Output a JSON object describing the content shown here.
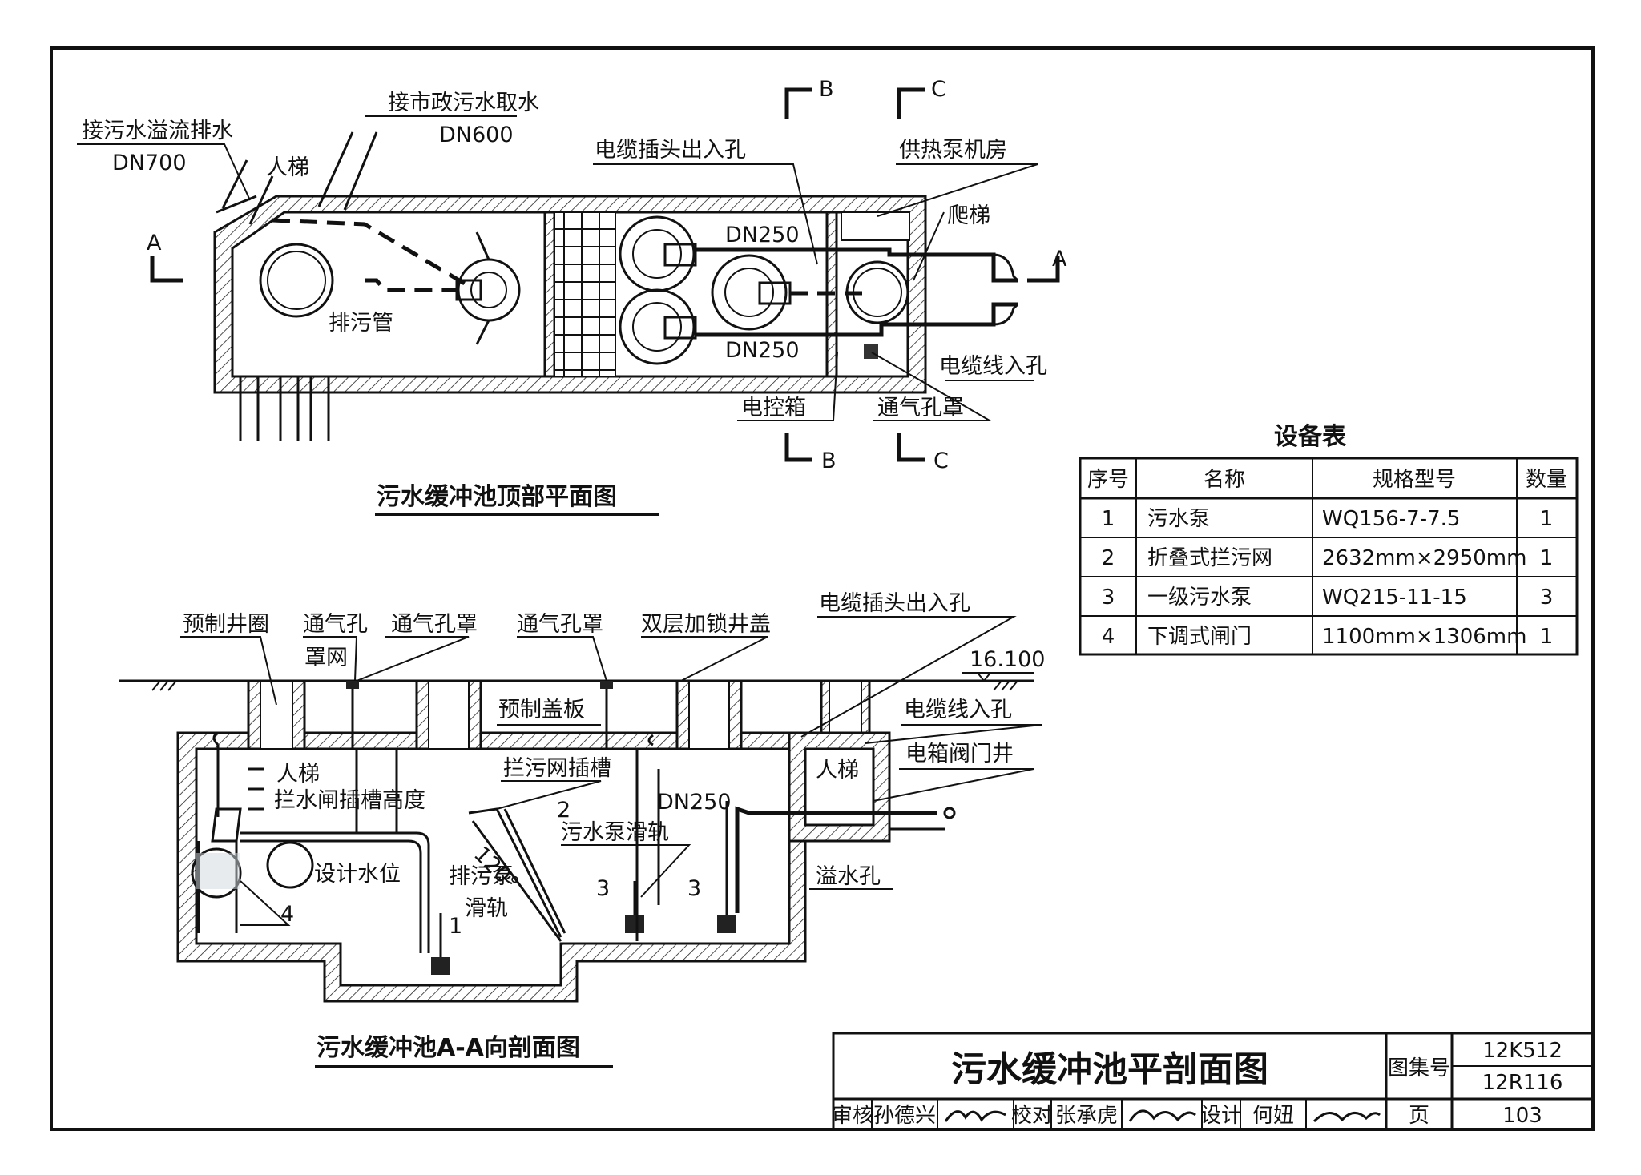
{
  "plan": {
    "title": "污水缓冲池顶部平面图",
    "overflow_label": "接污水溢流排水",
    "overflow_dn": "DN700",
    "municipal_label": "接市政污水取水",
    "municipal_dn": "DN600",
    "ladder": "人梯",
    "cable_plug_hole": "电缆插头出入孔",
    "pump_room": "供热泵机房",
    "climb_ladder": "爬梯",
    "dn_top": "DN250",
    "dn_bottom": "DN250",
    "drain_pipe": "排污管",
    "cable_hole": "电缆线入孔",
    "control_box": "电控箱",
    "vent_cover": "通气孔罩",
    "mark_a": "A",
    "mark_b": "B",
    "mark_c": "C"
  },
  "section": {
    "title": "污水缓冲池A-A向剖面图",
    "precast_ring": "预制井圈",
    "vent_hole": "通气孔",
    "vent_cover_1": "通气孔罩",
    "screen": "罩网",
    "vent_cover_2": "通气孔罩",
    "double_lock_cover": "双层加锁井盖",
    "cable_plug_hole": "电缆插头出入孔",
    "elevation": "16.100",
    "precast_slab": "预制盖板",
    "cable_hole": "电缆线入孔",
    "valve_well": "电箱阀门井",
    "ladder_1": "人梯",
    "ladder_2": "人梯",
    "gate_slot_height": "拦水闸插槽高度",
    "screen_slot": "拦污网插槽",
    "dn": "DN250",
    "pump_rail": "污水泵滑轨",
    "angle": "120°",
    "design_level": "设计水位",
    "drain_pump": "排污泵",
    "rail": "滑轨",
    "overflow_hole": "溢水孔",
    "tag_1": "1",
    "tag_2": "2",
    "tag_3a": "3",
    "tag_3b": "3",
    "tag_4": "4"
  },
  "equipment_table": {
    "caption": "设备表",
    "headers": [
      "序号",
      "名称",
      "规格型号",
      "数量"
    ],
    "rows": [
      [
        "1",
        "污水泵",
        "WQ156-7-7.5",
        "1"
      ],
      [
        "2",
        "折叠式拦污网",
        "2632mm×2950mm",
        "1"
      ],
      [
        "3",
        "一级污水泵",
        "WQ215-11-15",
        "3"
      ],
      [
        "4",
        "下调式闸门",
        "1100mm×1306mm",
        "1"
      ]
    ]
  },
  "title_block": {
    "drawing_title": "污水缓冲池平剖面图",
    "atlas_label": "图集号",
    "atlas_no_1": "12K512",
    "atlas_no_2": "12R116",
    "review_label": "审核",
    "reviewer": "孙德兴",
    "check_label": "校对",
    "checker": "张承虎",
    "design_label": "设计",
    "designer": "何妞",
    "page_label": "页",
    "page_no": "103"
  }
}
